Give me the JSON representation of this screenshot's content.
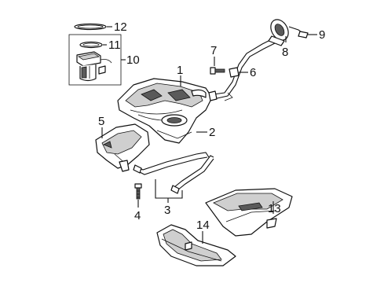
{
  "callouts": {
    "c1": "1",
    "c2": "2",
    "c3": "3",
    "c4": "4",
    "c5": "5",
    "c6": "6",
    "c7": "7",
    "c8": "8",
    "c9": "9",
    "c10": "10",
    "c11": "11",
    "c12": "12",
    "c13": "13",
    "c14": "14"
  },
  "colors": {
    "ink": "#111111",
    "shading": "#cfcfcf",
    "dark_shading": "#5a5a5a",
    "background": "#ffffff"
  }
}
